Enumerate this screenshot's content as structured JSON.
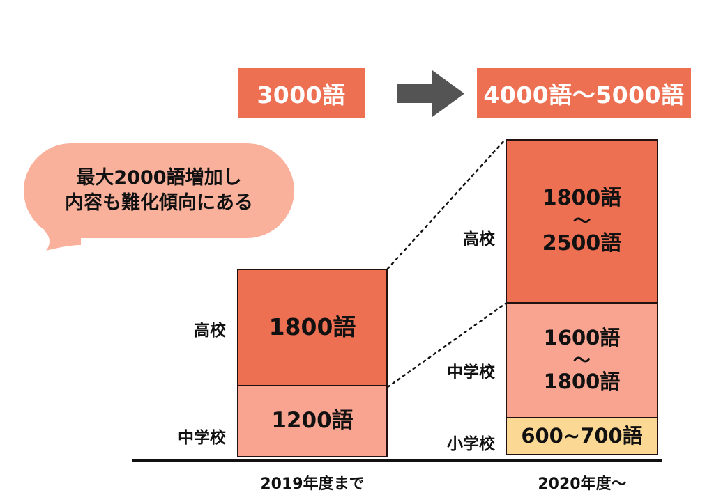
{
  "banners": {
    "before": "3000語",
    "after": "4000語〜5000語",
    "arrow_icon": "right-arrow-icon",
    "color": "#ED7053",
    "arrow_color": "#545454"
  },
  "callout": {
    "line1": "最大2000語増加し",
    "line2": "内容も難化傾向にある",
    "color": "#F9B19C"
  },
  "chart_data": {
    "type": "bar",
    "title": "",
    "xlabel": "",
    "ylabel": "",
    "stacked": true,
    "grid": false,
    "legend": "none",
    "categories": [
      "2019年度まで",
      "2020年度〜"
    ],
    "series": [
      {
        "name": "小学校",
        "labels": [
          "",
          "600~700語"
        ],
        "values": [
          0,
          650
        ],
        "color": "#FCD895"
      },
      {
        "name": "中学校",
        "labels": [
          "1200語",
          "1600語\n〜\n1800語"
        ],
        "values": [
          1200,
          1700
        ],
        "color": "#F8A491"
      },
      {
        "name": "高校",
        "labels": [
          "1800語",
          "1800語\n〜\n2500語"
        ],
        "values": [
          1800,
          2150
        ],
        "color": "#ED7053"
      }
    ],
    "totals": [
      "3000語",
      "4000語〜5000語"
    ]
  },
  "bar_2019": {
    "axis_label": "2019年度まで",
    "segments": [
      {
        "category": "高校",
        "value_top": "1800語",
        "tilde": "",
        "value_bottom": "",
        "color": "#ED7053"
      },
      {
        "category": "中学校",
        "value_top": "1200語",
        "tilde": "",
        "value_bottom": "",
        "color": "#F8A491"
      }
    ]
  },
  "bar_2020": {
    "axis_label": "2020年度〜",
    "segments": [
      {
        "category": "高校",
        "value_top": "1800語",
        "tilde": "〜",
        "value_bottom": "2500語",
        "color": "#ED7053"
      },
      {
        "category": "中学校",
        "value_top": "1600語",
        "tilde": "〜",
        "value_bottom": "1800語",
        "color": "#F8A491"
      },
      {
        "category": "小学校",
        "value_top": "600~700語",
        "tilde": "",
        "value_bottom": "",
        "color": "#FCD895"
      }
    ]
  },
  "axis": {
    "color": "#111111"
  }
}
